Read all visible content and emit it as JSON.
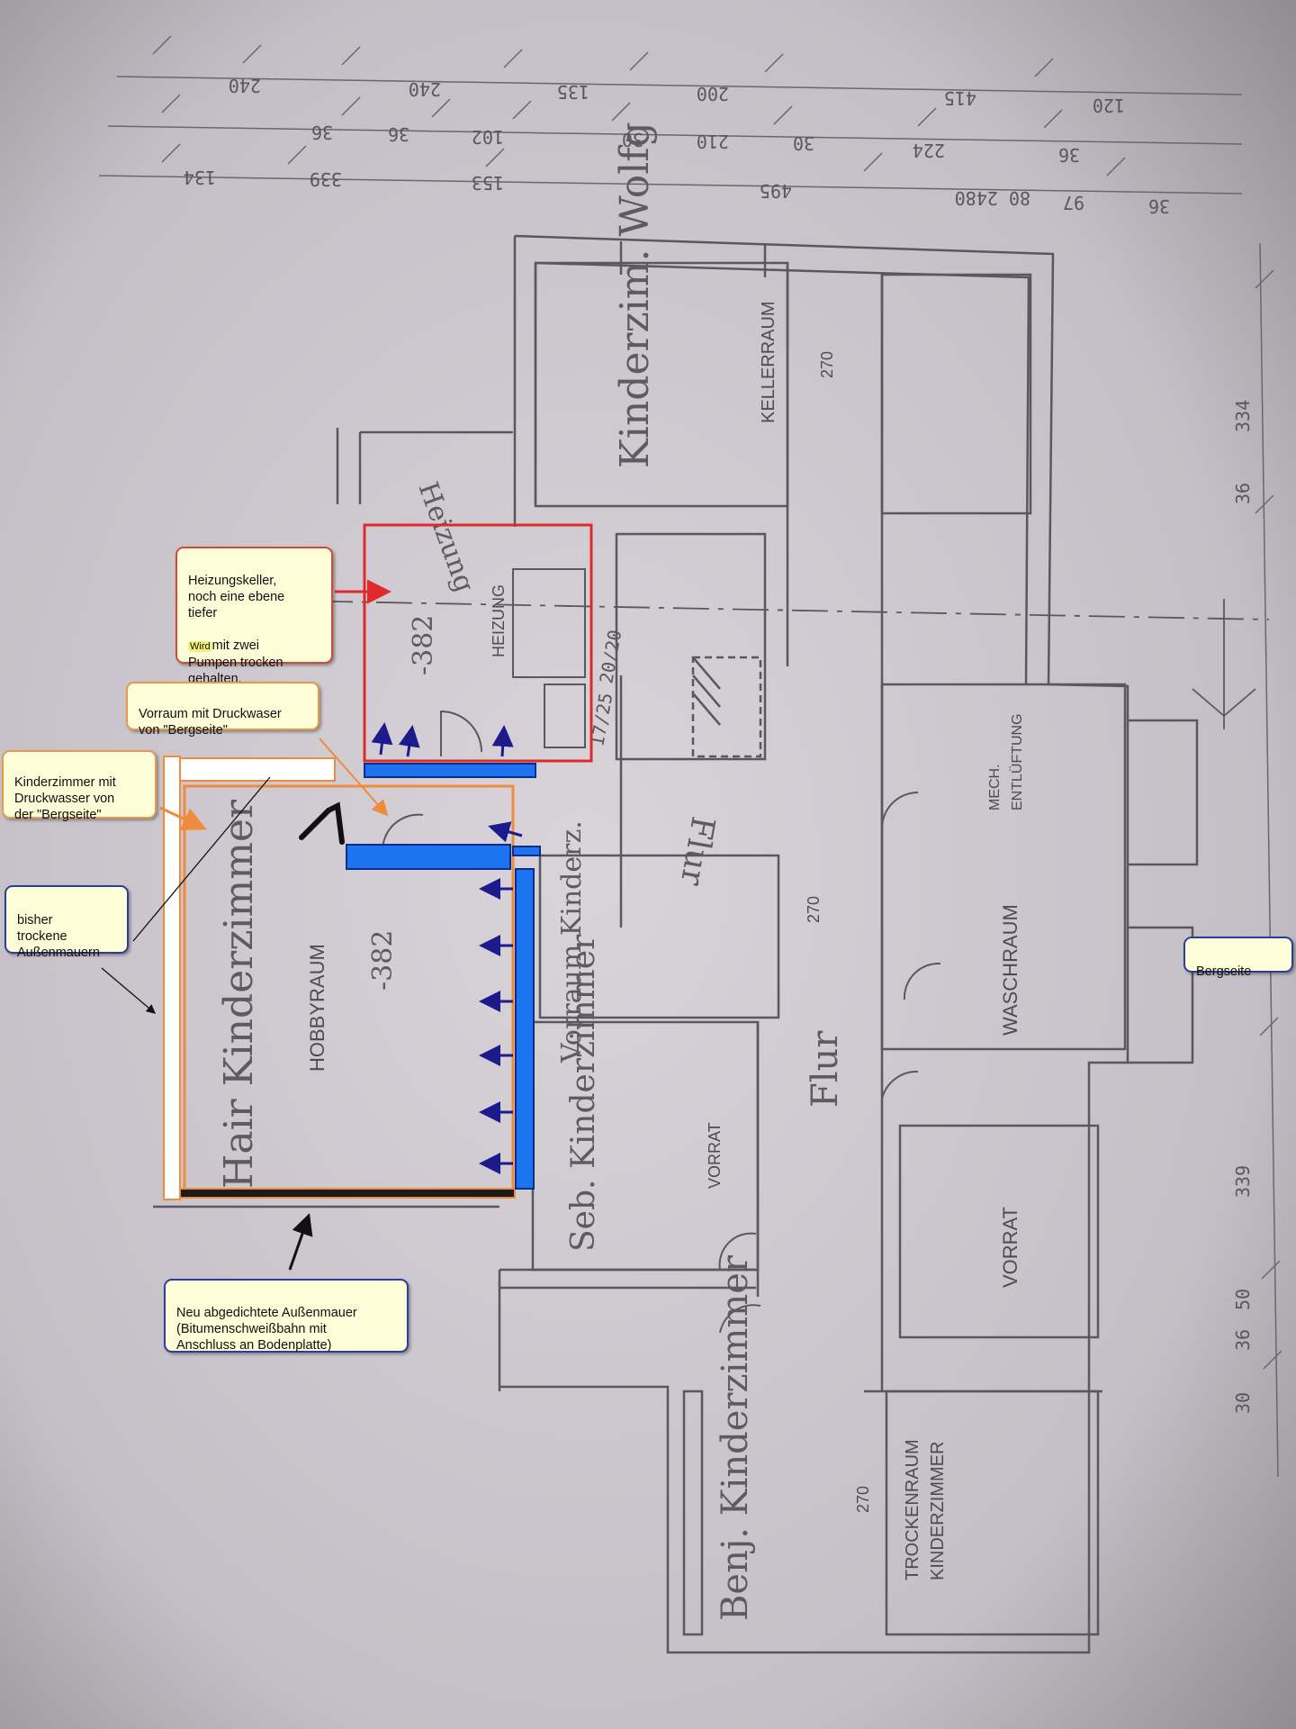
{
  "dimensions_top_row1": [
    "240",
    "240",
    "135",
    "200",
    "415",
    "120"
  ],
  "dimensions_top_row2": [
    "36",
    "36",
    "102",
    "30",
    "210",
    "30",
    "224",
    "36"
  ],
  "dimensions_top_row3": [
    "134",
    "339",
    "153",
    "495",
    "80 2480",
    "97",
    "36"
  ],
  "dimensions_right": [
    "334",
    "36",
    "339",
    "50",
    "36",
    "30"
  ],
  "rooms": {
    "kinderzimmer_wolf_hand": "Kinderzim. Wolfg",
    "kellerraum": "KELLERRAUM",
    "kellerraum_level": "270",
    "heizung_hand": "Heizung",
    "heizung_print": "HEIZUNG",
    "heizung_level": "-382",
    "stair_dim1": "20/20",
    "stair_dim2": "17/25",
    "flur_upper": "Flur",
    "vorraum_kinderz_hand": "Vorraum Kinderz.",
    "vorraum_level": "270",
    "hobby_hand": "Hair Kinderzimmer",
    "hobby_print": "HOBBYRAUM",
    "hobby_level": "-382",
    "seb_hand": "Seb. Kinderzimmer",
    "vorrat_small": "VORRAT",
    "flur_lower": "Flur",
    "mech_entl1": "MECH.",
    "mech_entl2": "ENTLÜFTUNG",
    "waschraum": "WASCHRAUM",
    "vorrat_big": "VORRAT",
    "benj_hand": "Benj. Kinderzimmer",
    "trockenraum": "TROCKENRAUM",
    "trockenraum_sub": "KINDERZIMMER",
    "trockenraum_level": "270"
  },
  "callouts": {
    "heizung_line1": "Heizungskeller,\nnoch eine ebene\ntiefer",
    "heizung_word": "Wird",
    "heizung_line2": "mit zwei\nPumpen   trocken\ngehalten.",
    "vorraum": "Vorraum mit Druckwaser\nvon \"Bergseite\"",
    "kinderzimmer": "Kinderzimmer mit\nDruckwasser von\nder \"Bergseite\"",
    "bisher": "bisher\ntrockene\nAußenmauern",
    "bergseite": "Bergseite",
    "neu": "Neu abgedichtete Außenmauer\n(Bitumenschweißbahn mit\nAnschluss an Bodenplatte)"
  },
  "colors": {
    "paper": "#c9c4cb",
    "pencil": "#5b5760",
    "blue_wall": "#1e73f0",
    "arrow_blue": "#1d1a8c",
    "orange": "#f08a3c",
    "red": "#e02a2a",
    "callout_bg": "#fdfdd8"
  }
}
